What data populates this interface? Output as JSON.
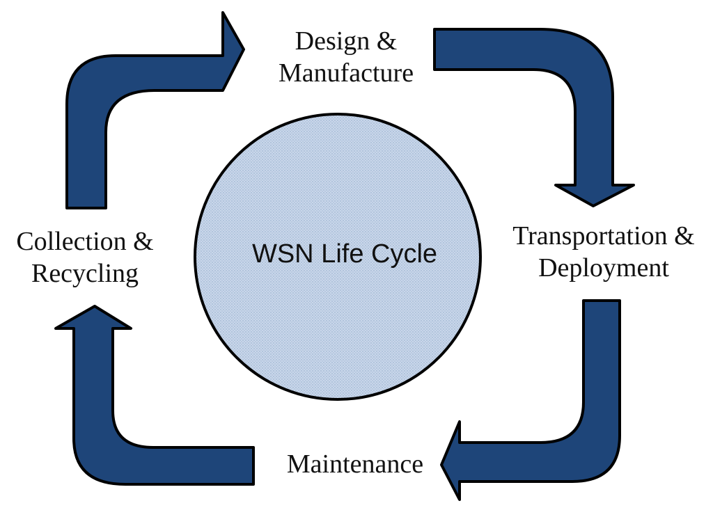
{
  "diagram": {
    "center": {
      "label": "WSN Life Cycle"
    },
    "stages": [
      {
        "id": "design",
        "lines": [
          "Design &",
          "Manufacture"
        ]
      },
      {
        "id": "transport",
        "lines": [
          "Transportation &",
          "Deployment"
        ]
      },
      {
        "id": "maintenance",
        "lines": [
          "Maintenance"
        ]
      },
      {
        "id": "collection",
        "lines": [
          "Collection &",
          "Recycling"
        ]
      }
    ],
    "colors": {
      "arrow_fill": "#1e4579",
      "arrow_stroke": "#000000",
      "circle_fill": "#c7d5e8",
      "circle_stroke": "#000000",
      "text": "#111111"
    }
  }
}
